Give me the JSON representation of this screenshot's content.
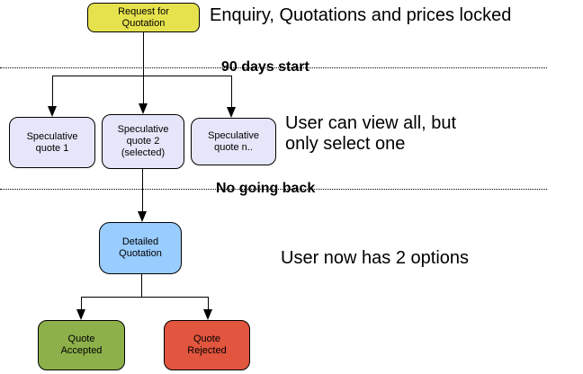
{
  "captions": {
    "enquiry": "Enquiry, Quotations and prices locked",
    "view_all": "User can view all, but\nonly select one",
    "two_options": "User now has 2 options"
  },
  "phase_labels": {
    "days_start": "90 days start",
    "no_going_back": "No going back"
  },
  "nodes": {
    "request_for_quotation": {
      "label": "Request for\nQuotation",
      "color": "#e6e24e"
    },
    "speculative_quote_1": {
      "label": "Speculative\nquote 1",
      "color": "#e6e6fa"
    },
    "speculative_quote_2": {
      "label": "Speculative\nquote 2\n(selected)",
      "color": "#e6e6fa"
    },
    "speculative_quote_n": {
      "label": "Speculative\nquote n..",
      "color": "#e6e6fa"
    },
    "detailed_quotation": {
      "label": "Detailed\nQuotation",
      "color": "#99ccff"
    },
    "quote_accepted": {
      "label": "Quote\nAccepted",
      "color": "#8db04a"
    },
    "quote_rejected": {
      "label": "Quote\nRejected",
      "color": "#e2553e"
    }
  }
}
